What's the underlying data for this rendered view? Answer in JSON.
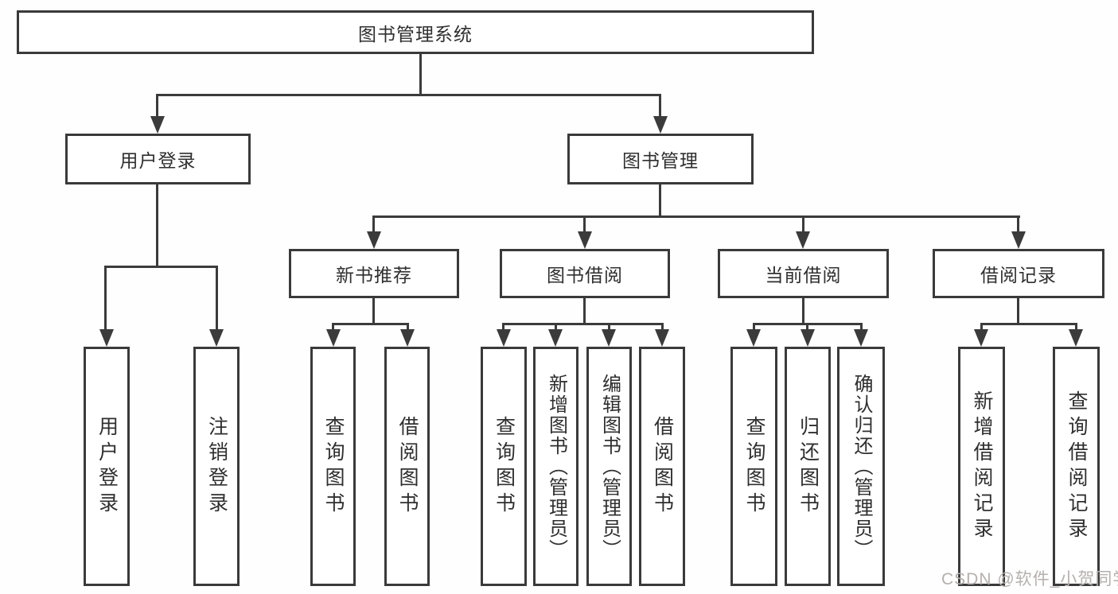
{
  "diagram_title": "图书管理系统",
  "tree": {
    "root": {
      "label": "图书管理系统"
    },
    "level2": [
      {
        "label": "用户登录",
        "children": [
          {
            "label": "用户登录"
          },
          {
            "label": "注销登录"
          }
        ]
      },
      {
        "label": "图书管理",
        "children": [
          {
            "label": "新书推荐",
            "children": [
              {
                "label": "查询图书"
              },
              {
                "label": "借阅图书"
              }
            ]
          },
          {
            "label": "图书借阅",
            "children": [
              {
                "label": "查询图书"
              },
              {
                "label": "新增图书（管理员）"
              },
              {
                "label": "编辑图书（管理员）"
              },
              {
                "label": "借阅图书"
              }
            ]
          },
          {
            "label": "当前借阅",
            "children": [
              {
                "label": "查询图书"
              },
              {
                "label": "归还图书"
              },
              {
                "label": "确认归还（管理员）"
              }
            ]
          },
          {
            "label": "借阅记录",
            "children": [
              {
                "label": "新增借阅记录"
              },
              {
                "label": "查询借阅记录"
              }
            ]
          }
        ]
      }
    ]
  },
  "watermark": {
    "text": "CSDN @软件_小贺同学"
  },
  "colors": {
    "line": "#3b3b3b",
    "box_border": "#3a3a3a",
    "text": "#2f2f2f",
    "watermark": "#b5b0ae",
    "background": "#fefefe"
  }
}
